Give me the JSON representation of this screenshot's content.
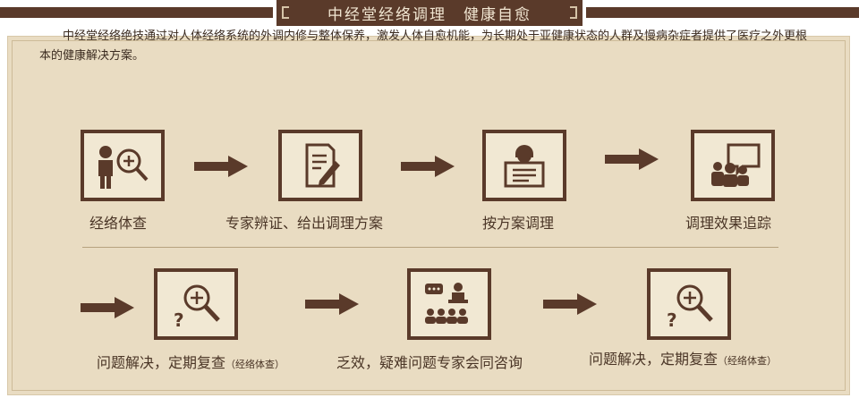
{
  "header": {
    "title": "中经堂经络调理　健康自愈"
  },
  "intro": "中经堂经络绝技通过对人体经络系统的外调内修与整体保养，激发人体自愈机能，为长期处于亚健康状态的人群及慢病杂症者提供了医疗之外更根本的健康解决方案。",
  "steps_row1": [
    {
      "label": "经络体查",
      "icon": "person-magnifier-icon"
    },
    {
      "label": "专家辨证、给出调理方案",
      "icon": "document-pen-icon"
    },
    {
      "label": "按方案调理",
      "icon": "reader-icon"
    },
    {
      "label": "调理效果追踪",
      "icon": "group-chat-icon"
    }
  ],
  "steps_row2": [
    {
      "label": "问题解决，定期复查",
      "note": "（经络体查）",
      "icon": "question-magnifier-icon"
    },
    {
      "label": "乏效，疑难问题专家会同咨询",
      "icon": "presentation-audience-icon"
    },
    {
      "label": "问题解决，定期复查",
      "note": "（经络体查）",
      "icon": "question-magnifier-icon"
    }
  ],
  "colors": {
    "brown": "#5a3a2a",
    "panel": "#e9dcc2",
    "box_fill": "#f1e8d3"
  }
}
